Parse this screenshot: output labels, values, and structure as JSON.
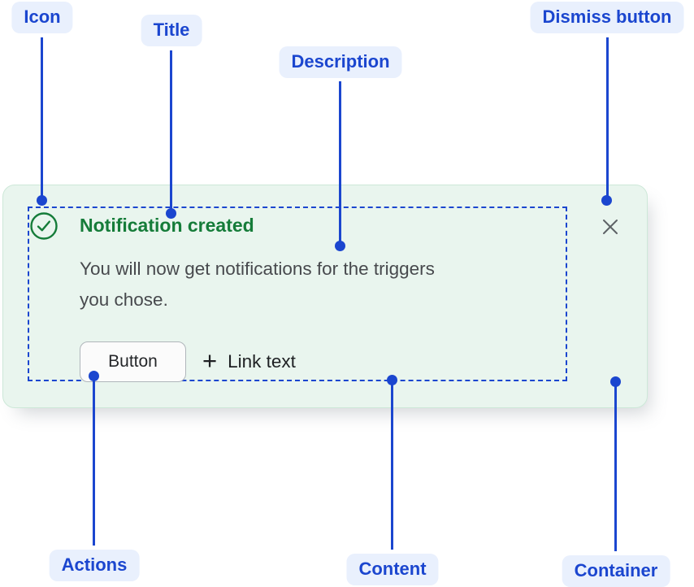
{
  "callouts": {
    "icon": {
      "label": "Icon"
    },
    "title": {
      "label": "Title"
    },
    "description": {
      "label": "Description"
    },
    "dismiss": {
      "label": "Dismiss button"
    },
    "actions": {
      "label": "Actions"
    },
    "content": {
      "label": "Content"
    },
    "container": {
      "label": "Container"
    }
  },
  "notification": {
    "title": "Notification created",
    "description": "You will now get notifications for the triggers you chose.",
    "description_lines": [
      "You will now get notifications for the triggers",
      "you chose."
    ],
    "actions": {
      "button_label": "Button",
      "plus": "+",
      "link_label": "Link text"
    }
  },
  "icons": {
    "status": "check-circle-icon",
    "dismiss": "close-icon",
    "link_prefix": "plus-icon"
  },
  "colors": {
    "accent_blue": "#1b46cf",
    "label_bg": "#e9f0fd",
    "card_bg": "#e9f5ee",
    "card_border": "#cde8d8",
    "success_green": "#157c39",
    "text_gray": "#47494d",
    "dismiss_gray": "#5e6266",
    "button_bg": "#fbfbfb",
    "button_border": "#b0b6bb",
    "dark_text": "#1e2023"
  }
}
